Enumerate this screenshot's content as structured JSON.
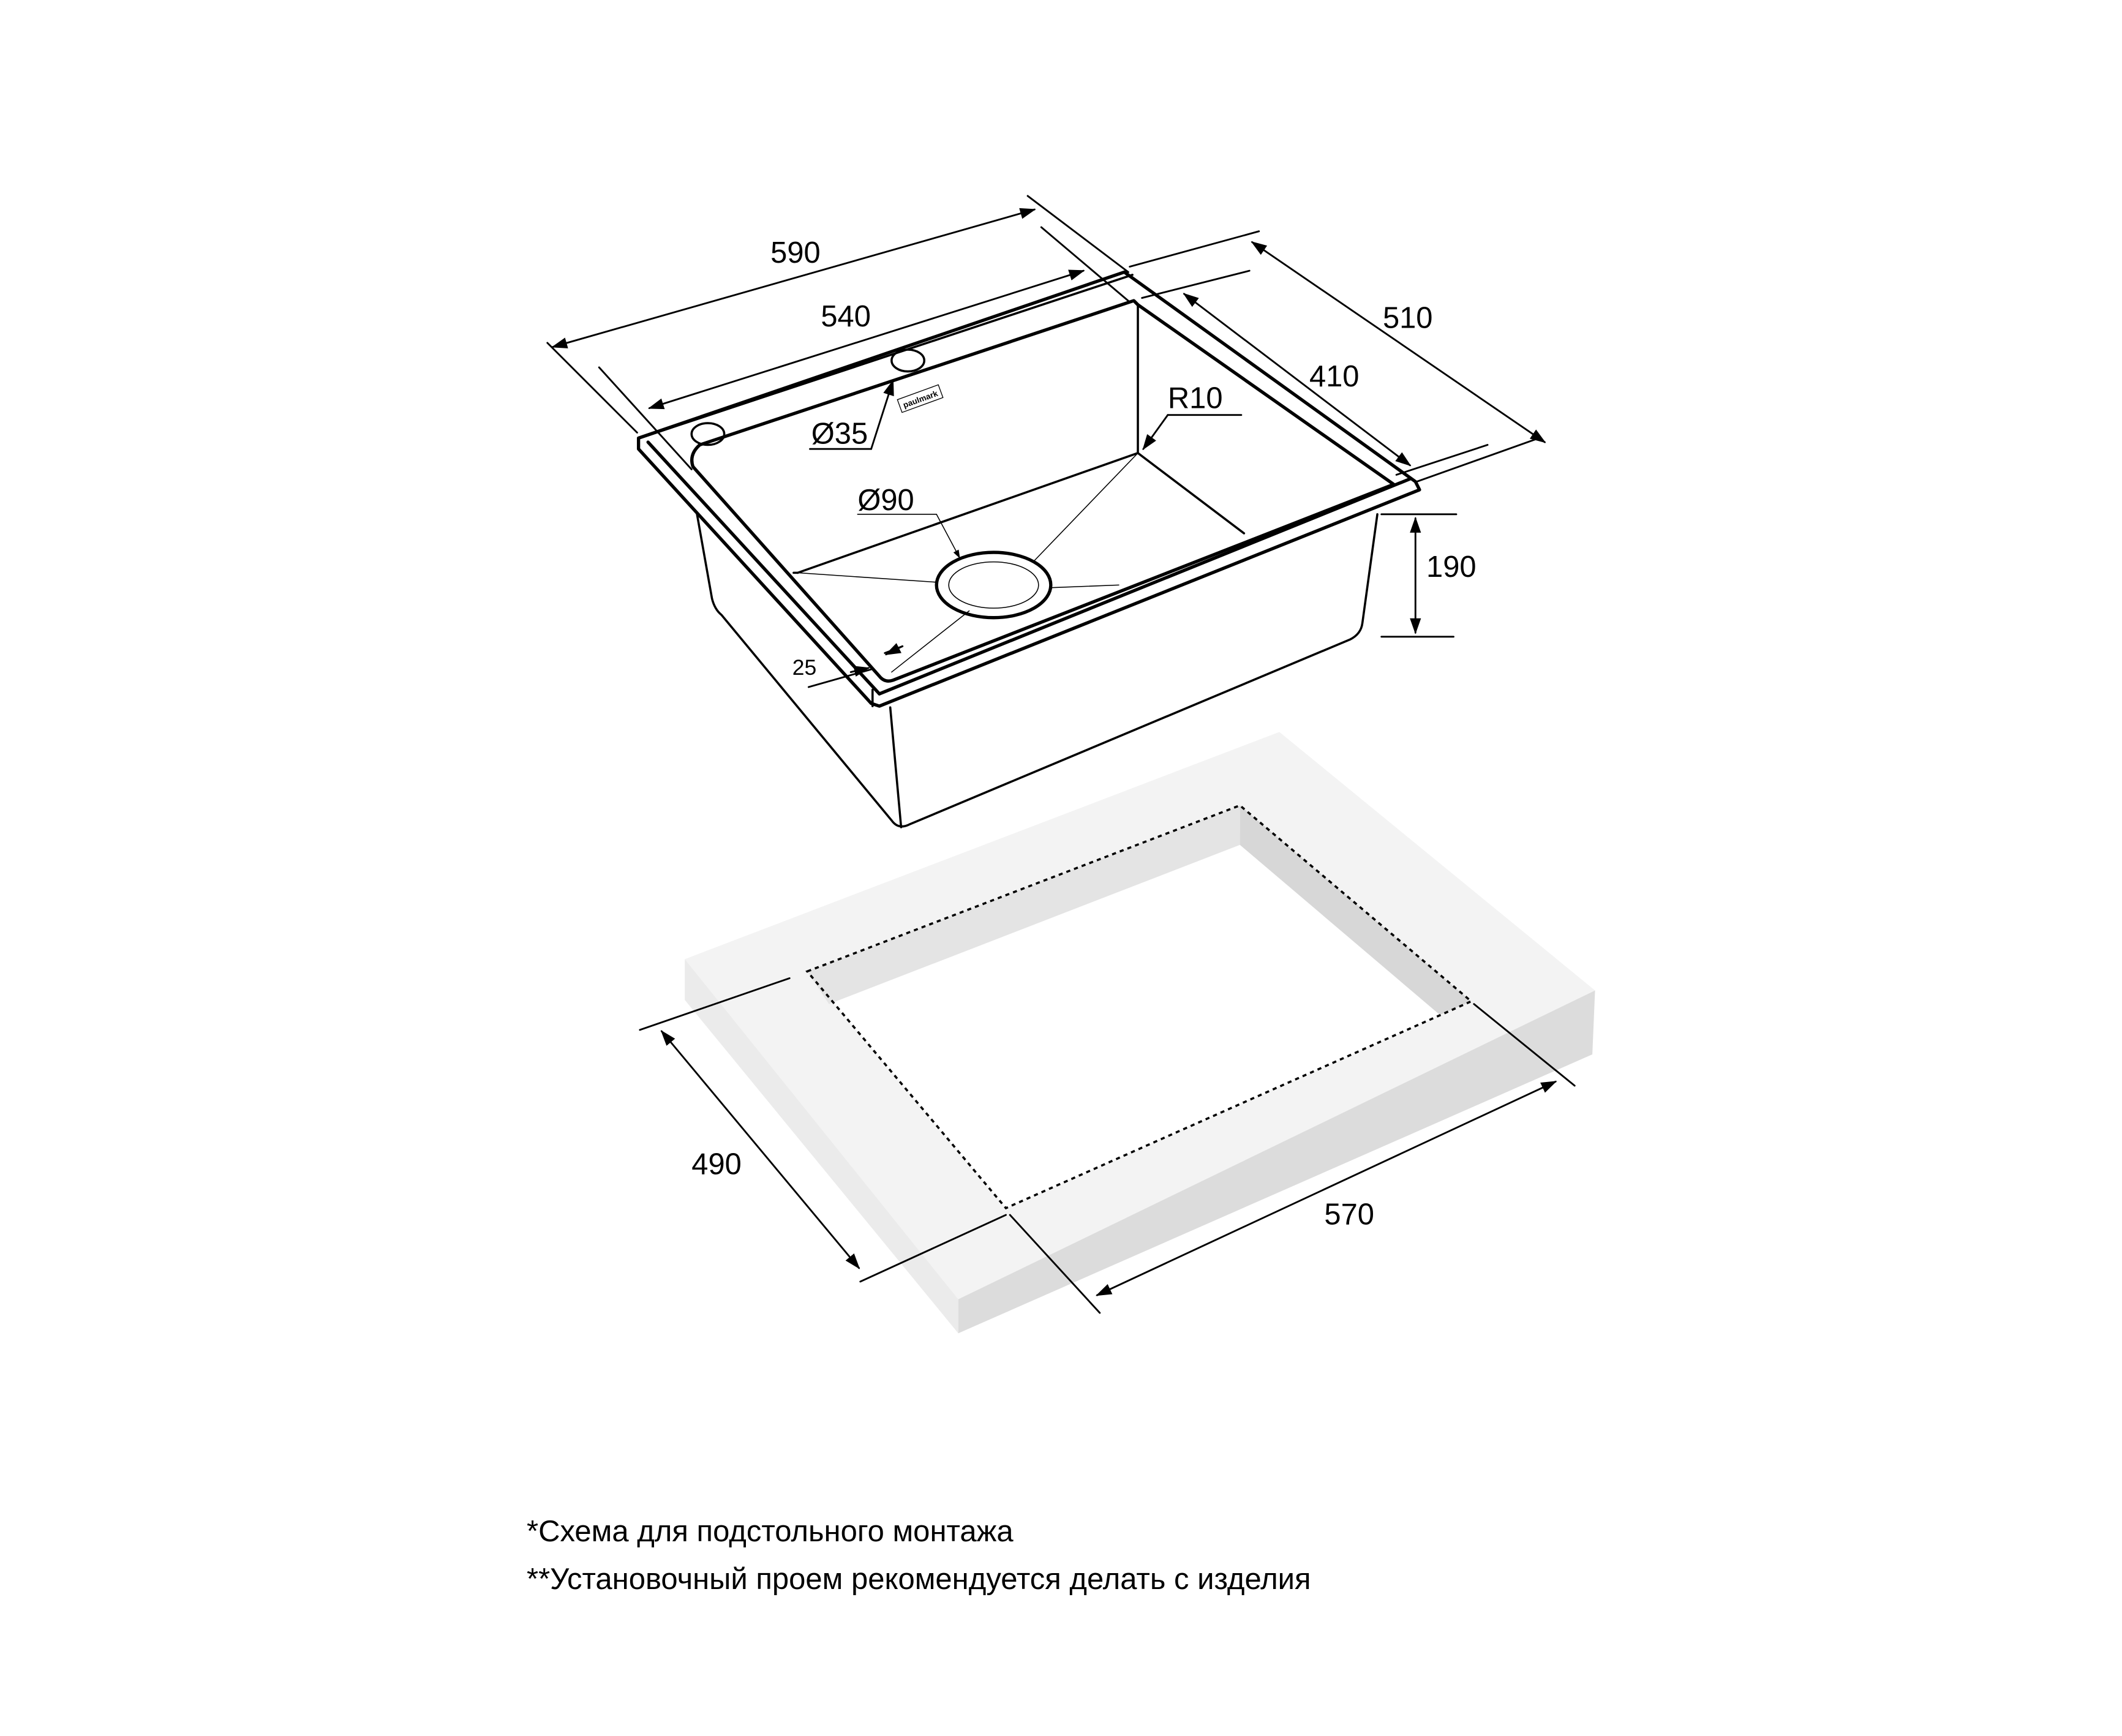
{
  "diagram": {
    "subject": "Kitchen sink installation scheme",
    "brand_logo": "paulmark",
    "colors": {
      "line": "#000000",
      "countertop_top": "#f3f3f3",
      "countertop_inner_side": "#e4e4e4",
      "countertop_inner_side_right": "#d7d7d7",
      "countertop_front": "#dcdcdc",
      "countertop_left": "#ebebeb",
      "background": "#ffffff"
    },
    "sink_dimensions": {
      "overall_width": "590",
      "inner_width": "540",
      "overall_depth": "510",
      "inner_depth": "410",
      "bowl_height": "190",
      "corner_radius": "R10",
      "tap_hole_diameter": "Ø35",
      "drain_diameter": "Ø90",
      "rim_width": "25"
    },
    "cutout_dimensions": {
      "depth": "490",
      "width": "570"
    }
  },
  "notes": [
    "*Схема для подстольного монтажа",
    "**Установочный проем рекомендуется делать с изделия"
  ]
}
